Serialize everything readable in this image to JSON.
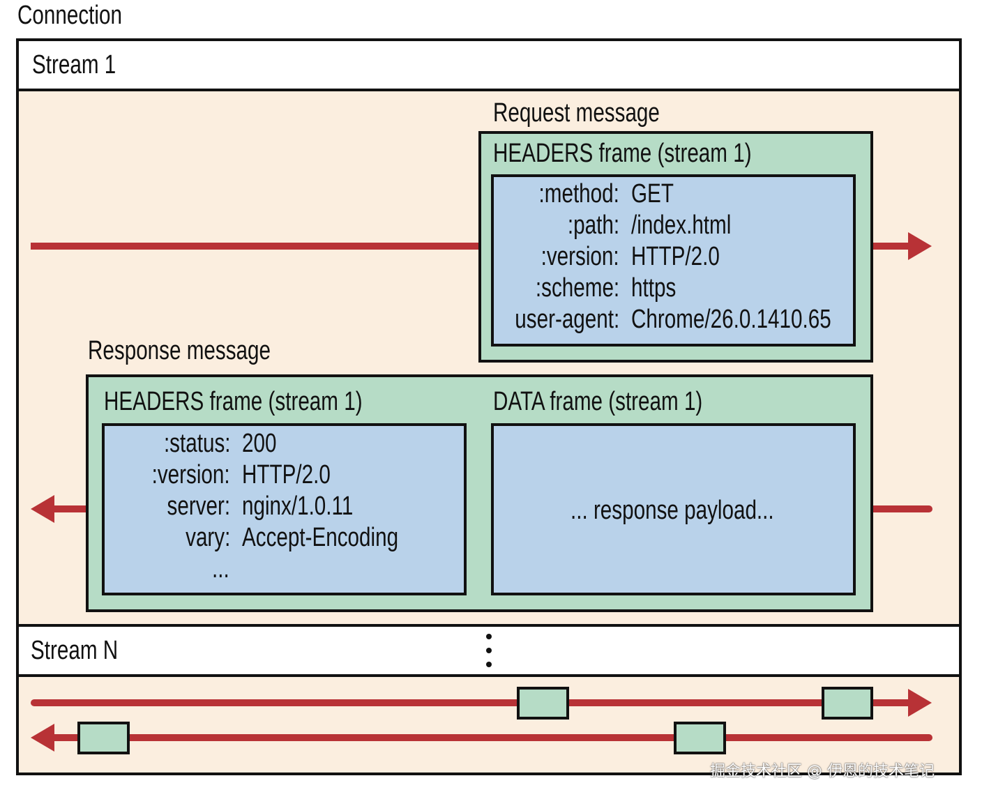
{
  "connection_label": "Connection",
  "stream1": {
    "label": "Stream 1",
    "request": {
      "title": "Request message",
      "frame_title": "HEADERS frame (stream 1)",
      "headers": [
        {
          "key": ":method:",
          "value": "GET"
        },
        {
          "key": ":path:",
          "value": "/index.html"
        },
        {
          "key": ":version:",
          "value": "HTTP/2.0"
        },
        {
          "key": ":scheme:",
          "value": "https"
        },
        {
          "key": "user-agent:",
          "value": "Chrome/26.0.1410.65"
        }
      ]
    },
    "response": {
      "title": "Response message",
      "headers_frame_title": "HEADERS frame (stream 1)",
      "headers": [
        {
          "key": ":status:",
          "value": "200"
        },
        {
          "key": ":version:",
          "value": "HTTP/2.0"
        },
        {
          "key": "server:",
          "value": "nginx/1.0.11"
        },
        {
          "key": "vary:",
          "value": "Accept-Encoding"
        }
      ],
      "ellipsis": "...",
      "data_frame_title": "DATA frame (stream 1)",
      "payload": "... response payload..."
    }
  },
  "streamN": {
    "label": "Stream N"
  },
  "watermark": "掘金技术社区 @ 伊恩的技术笔记",
  "colors": {
    "frame": "#b6dcc6",
    "content": "#b9d2ea",
    "stream_bg": "#fbeedf",
    "arrow": "#b83236"
  }
}
